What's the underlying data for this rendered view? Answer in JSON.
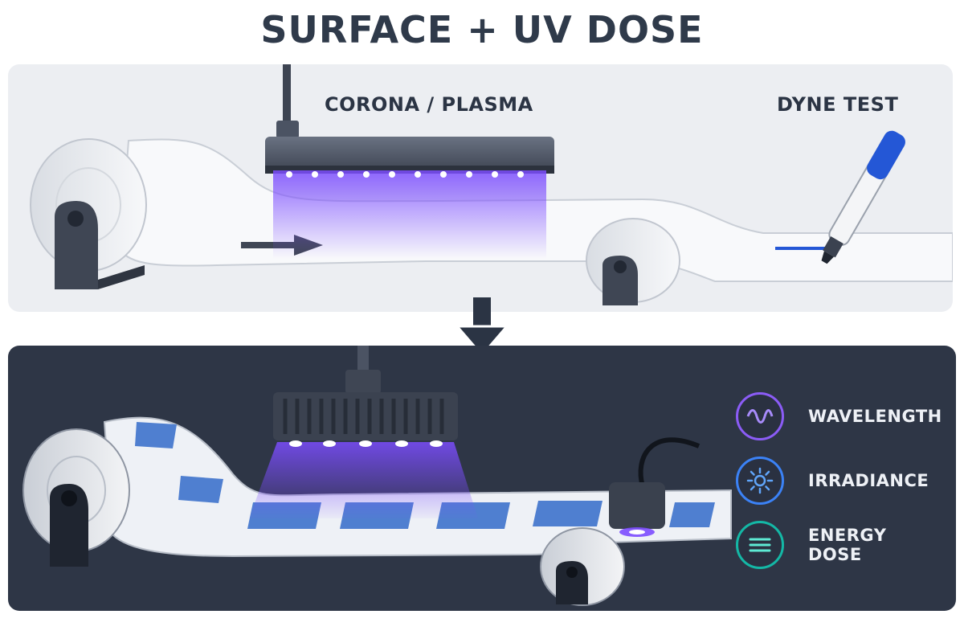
{
  "title": "SURFACE + UV DOSE",
  "top_panel": {
    "treater_label": "CORONA / PLASMA",
    "test_label": "DYNE TEST"
  },
  "bottom_panel": {
    "legend": [
      {
        "label": "WAVELENGTH",
        "icon": "wave-icon",
        "color": "#8b5cf6"
      },
      {
        "label": "IRRADIANCE",
        "icon": "sun-icon",
        "color": "#3b82f6"
      },
      {
        "label": "ENERGY DOSE",
        "icon": "lines-icon",
        "color": "#14b8a6"
      }
    ]
  },
  "colors": {
    "uv_glow": "#7c4dff",
    "dark_panel": "#2e3646",
    "light_panel": "#eceef2",
    "marker_blue": "#2457d6"
  }
}
